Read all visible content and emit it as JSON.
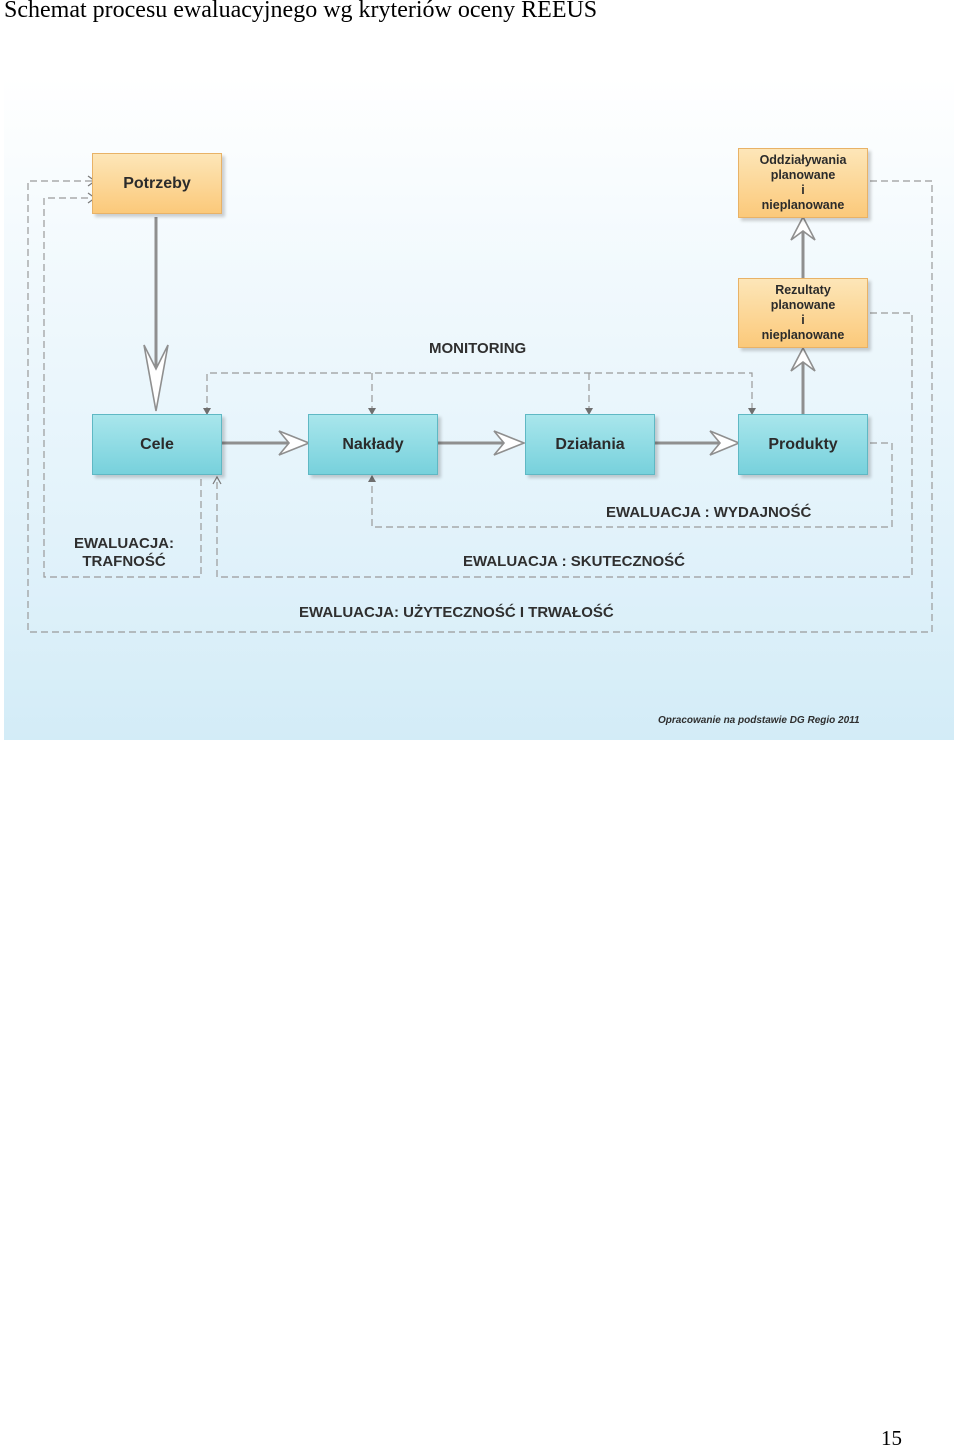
{
  "page": {
    "title": "Schemat procesu ewaluacyjnego wg kryteriów oceny REEUS",
    "page_number": "15"
  },
  "diagram": {
    "nodes": {
      "potrzeby": "Potrzeby",
      "oddzialywania": [
        "Oddziaływania",
        "planowane",
        "i",
        "nieplanowane"
      ],
      "rezultaty": [
        "Rezultaty",
        "planowane",
        "i",
        "nieplanowane"
      ],
      "cele": "Cele",
      "naklady": "Nakłady",
      "dzialania": "Działania",
      "produkty": "Produkty"
    },
    "labels": {
      "monitoring": "MONITORING",
      "wydajnosc": "EWALUACJA : WYDAJNOŚĆ",
      "trafnosc": [
        "EWALUACJA:",
        "TRAFNOŚĆ"
      ],
      "skutecznosc": "EWALUACJA : SKUTECZNOŚĆ",
      "uzytecznosc": "EWALUACJA: UŻYTECZNOŚĆ I TRWAŁOŚĆ"
    },
    "source": "Opracowanie na podstawie DG Regio 2011",
    "colors": {
      "orange_box": "#fbc97a",
      "teal_box": "#77d1dc",
      "background": "#dff1fa",
      "connector": "#8a8a8a"
    }
  }
}
